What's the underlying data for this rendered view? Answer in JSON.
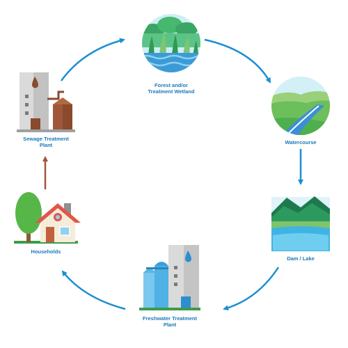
{
  "nodes": [
    {
      "id": "forest",
      "label": "Forest and/or\nTreatment Wetland"
    },
    {
      "id": "watercourse",
      "label": "Watercourse"
    },
    {
      "id": "dam",
      "label": "Dam / Lake"
    },
    {
      "id": "freshwater",
      "label": "Freshwater Treatment\nPlant"
    },
    {
      "id": "households",
      "label": "Households"
    },
    {
      "id": "sewage",
      "label": "Sewage Treatment\nPlant"
    }
  ],
  "colors": {
    "arrow_blue": "#1b8fd0",
    "arrow_brown": "#a0563a",
    "label": "#1b79b8"
  }
}
